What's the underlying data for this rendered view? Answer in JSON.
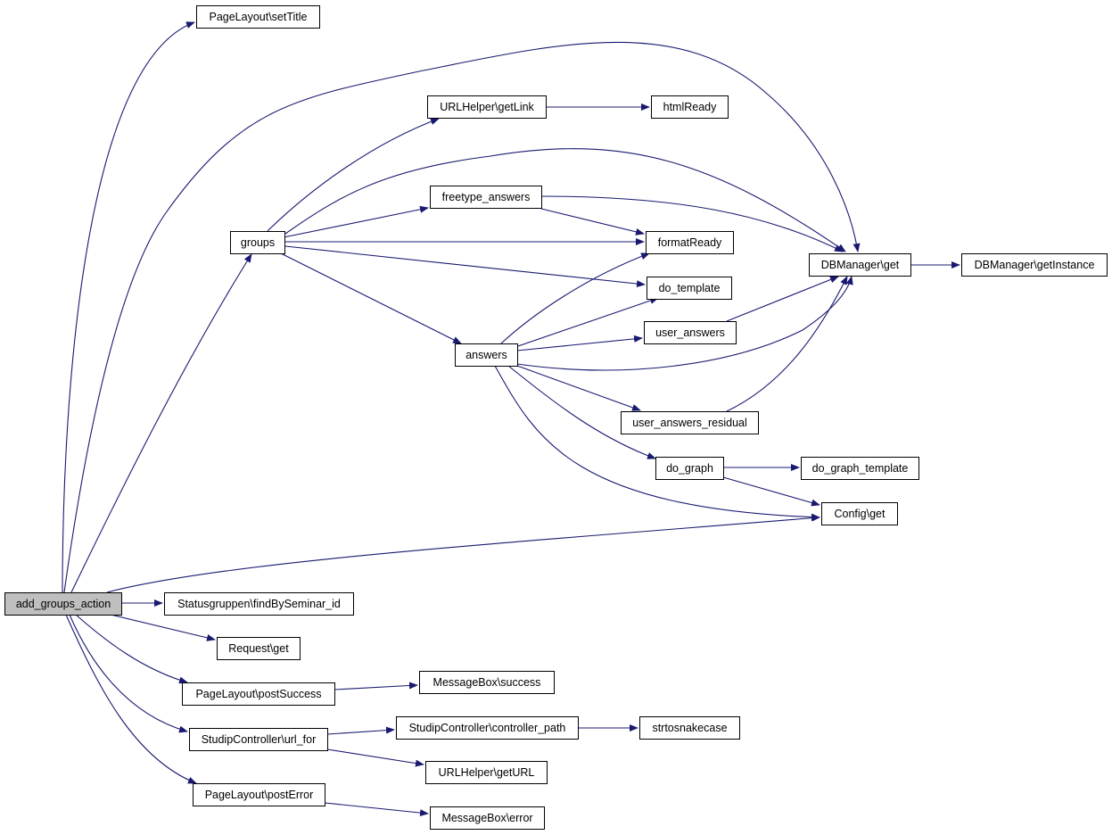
{
  "diagram": {
    "root": "add_groups_action",
    "nodes": {
      "add_groups_action": "add_groups_action",
      "setTitle": "PageLayout\\setTitle",
      "urlGetLink": "URLHelper\\getLink",
      "htmlReady": "htmlReady",
      "freetype": "freetype_answers",
      "groups": "groups",
      "formatReady": "formatReady",
      "dbget": "DBManager\\get",
      "dbinst": "DBManager\\getInstance",
      "dotemplate": "do_template",
      "useranswers": "user_answers",
      "answers": "answers",
      "uar": "user_answers_residual",
      "dograph": "do_graph",
      "dographtpl": "do_graph_template",
      "configget": "Config\\get",
      "statusgr": "Statusgruppen\\findBySeminar_id",
      "reqget": "Request\\get",
      "postSuccess": "PageLayout\\postSuccess",
      "msgSuccess": "MessageBox\\success",
      "urlfor": "StudipController\\url_for",
      "ctrlpath": "StudipController\\controller_path",
      "snake": "strtosnakecase",
      "getURL": "URLHelper\\getURL",
      "postError": "PageLayout\\postError",
      "msgError": "MessageBox\\error"
    },
    "edges": [
      [
        "add_groups_action",
        "setTitle"
      ],
      [
        "add_groups_action",
        "dbget"
      ],
      [
        "add_groups_action",
        "groups"
      ],
      [
        "add_groups_action",
        "configget"
      ],
      [
        "add_groups_action",
        "statusgr"
      ],
      [
        "add_groups_action",
        "reqget"
      ],
      [
        "add_groups_action",
        "postSuccess"
      ],
      [
        "add_groups_action",
        "urlfor"
      ],
      [
        "add_groups_action",
        "postError"
      ],
      [
        "groups",
        "urlGetLink"
      ],
      [
        "groups",
        "dbget"
      ],
      [
        "groups",
        "freetype"
      ],
      [
        "groups",
        "formatReady"
      ],
      [
        "groups",
        "dotemplate"
      ],
      [
        "groups",
        "answers"
      ],
      [
        "urlGetLink",
        "htmlReady"
      ],
      [
        "freetype",
        "formatReady"
      ],
      [
        "freetype",
        "dbget"
      ],
      [
        "dbget",
        "dbinst"
      ],
      [
        "answers",
        "formatReady"
      ],
      [
        "answers",
        "dotemplate"
      ],
      [
        "answers",
        "useranswers"
      ],
      [
        "answers",
        "dbget"
      ],
      [
        "answers",
        "uar"
      ],
      [
        "answers",
        "dograph"
      ],
      [
        "answers",
        "configget"
      ],
      [
        "useranswers",
        "dbget"
      ],
      [
        "uar",
        "dbget"
      ],
      [
        "dograph",
        "dographtpl"
      ],
      [
        "dograph",
        "configget"
      ],
      [
        "postSuccess",
        "msgSuccess"
      ],
      [
        "urlfor",
        "ctrlpath"
      ],
      [
        "urlfor",
        "getURL"
      ],
      [
        "ctrlpath",
        "snake"
      ],
      [
        "postError",
        "msgError"
      ]
    ]
  }
}
